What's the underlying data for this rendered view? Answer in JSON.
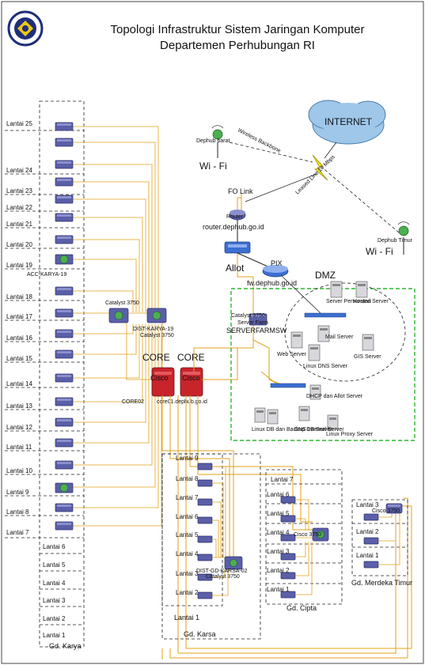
{
  "title": {
    "line1": "Topologi Infrastruktur Sistem Jaringan Komputer",
    "line2": "Departemen Perhubungan RI"
  },
  "buildings": {
    "karya": {
      "name": "Gd. Karya",
      "floors_active": [
        "Lantai 25",
        "Lantai 24",
        "Lantai 23",
        "Lantai 22",
        "Lantai 21",
        "Lantai 20",
        "Lantai 19",
        "Lantai 18",
        "Lantai 17",
        "Lantai 16",
        "Lantai 15",
        "Lantai 14",
        "Lantai 13",
        "Lantai 12",
        "Lantai 11",
        "Lantai 10",
        "Lantai 9",
        "Lantai 8",
        "Lantai 7"
      ],
      "floors_empty": [
        "Lantai 6",
        "Lantai 5",
        "Lantai 4",
        "Lantai 3",
        "Lantai 2",
        "Lantai 1"
      ],
      "access_switch": "ACC-KARYA-19",
      "dist_switch": "DIST-KARYA-19",
      "dist_model": "Catalyst 3750",
      "catalyst_label": "Catalyst 3750"
    },
    "karsa": {
      "name": "Gd. Karsa",
      "floors": [
        "Lantai 9",
        "Lantai 8",
        "Lantai 7",
        "Lantai 6",
        "Lantai 5",
        "Lantai 4",
        "Lantai 3",
        "Lantai 2"
      ],
      "floor_empty": "Lantai 1",
      "dist_switch": "DIST-GD-KARSA-02",
      "dist_model": "Catalyst 3750"
    },
    "cipta": {
      "name": "Gd. Cipta",
      "floors": [
        "Lantai 7",
        "Lantai 6",
        "Lantai 5",
        "Lantai 4",
        "Lantai 3",
        "Lantai 2",
        "Lantai 1"
      ],
      "switch_model": "Cisco 3750"
    },
    "merdeka": {
      "name": "Gd. Merdeka Timur",
      "floors": [
        "Lantai 3",
        "Lantai 2",
        "Lantai 1"
      ],
      "switch_model": "Cisco 3750"
    }
  },
  "core": {
    "label1": "CORE",
    "label2": "CORE",
    "device1": "Cisco",
    "device2": "Cisco",
    "name1": "CORE02",
    "name2": "core01.dephub.go.id"
  },
  "wan": {
    "internet": "INTERNET",
    "wifi_left": "Wi - Fi",
    "wifi_left_ap": "Dephub barat",
    "wifi_right": "Wi - Fi",
    "wifi_right_ap": "Dephub Timur",
    "wireless_backbone": "Wireless Backbone",
    "leased_line": "Leased Line 10 Mbps",
    "fo_link": "FO Link",
    "router_name": "Router",
    "router_host": "router.dephub.go.id",
    "allot": "Allot",
    "pix": "PIX",
    "firewall_host": "fw.dephub.go.id"
  },
  "dmz": {
    "label": "DMZ",
    "servers": [
      "Server Persuratan",
      "Hosted Server",
      "Mail Server",
      "Web Server",
      "Linux DNS Server",
      "GIS Server"
    ]
  },
  "serverfarm": {
    "switch_model": "Catalyst 3750",
    "switch_label": "Server Farm",
    "switch_name": "SERVERFARMSW",
    "servers": [
      "DHCP dan Allot Server",
      "Linux DB dan Backup DB Server",
      "DNS Internal Server",
      "Linux Proxy Server"
    ]
  },
  "colors": {
    "uplink": "#e3a21a",
    "switch": "#5a5fa8",
    "core": "#c8242b",
    "dmz_border": "#2fb52f",
    "internet_cloud": "#9ec7ea",
    "lightning": "#f0e020"
  }
}
